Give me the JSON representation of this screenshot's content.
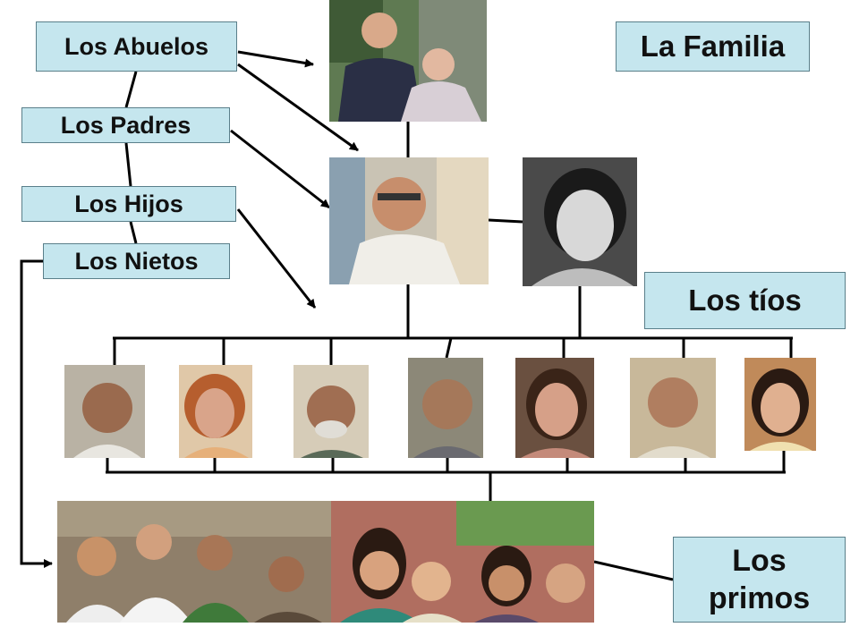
{
  "labels": {
    "abuelos": "Los Abuelos",
    "padres": "Los Padres",
    "hijos": "Los Hijos",
    "nietos": "Los Nietos",
    "familia": "La Familia",
    "tios": "Los tíos",
    "primos_line1": "Los",
    "primos_line2": "primos"
  },
  "photos": {
    "grandparents": "grandparents-photo",
    "father": "father-photo",
    "mother": "mother-photo",
    "uncles_aunts": [
      "uncle-1-photo",
      "aunt-1-photo",
      "uncle-2-photo",
      "uncle-3-photo",
      "aunt-2-photo",
      "uncle-4-photo",
      "aunt-3-photo"
    ],
    "cousins_left": "cousins-group-left-photo",
    "cousins_right": "cousins-group-right-photo"
  },
  "colors": {
    "label_fill": "#c5e6ee",
    "label_border": "#5a7f8a",
    "connector": "#000000"
  }
}
